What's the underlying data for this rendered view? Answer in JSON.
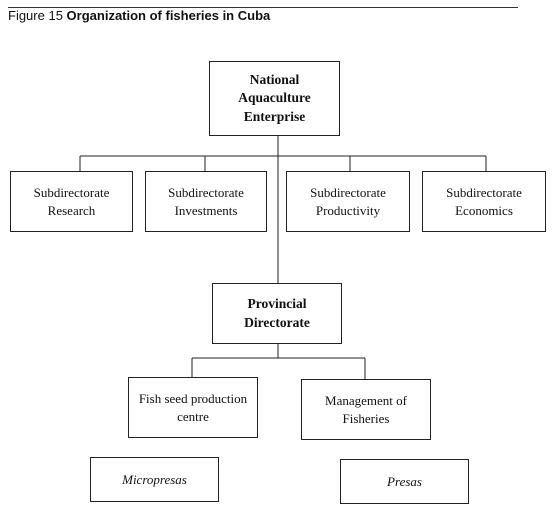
{
  "caption": {
    "label": "Figure 15",
    "title": "Organization of fisheries in Cuba"
  },
  "nodes": {
    "national": "National Aquaculture\nEnterprise",
    "sub_research": "Subdirectorate\nResearch",
    "sub_investments": "Subdirectorate\nInvestments",
    "sub_productivity": "Subdirectorate\nProductivity",
    "sub_economics": "Subdirectorate\nEconomics",
    "provincial": "Provincial\nDirectorate",
    "fish_seed": "Fish seed production\ncentre",
    "management": "Management of\nFisheries",
    "micropresas": "Micropresas",
    "presas": "Presas"
  }
}
